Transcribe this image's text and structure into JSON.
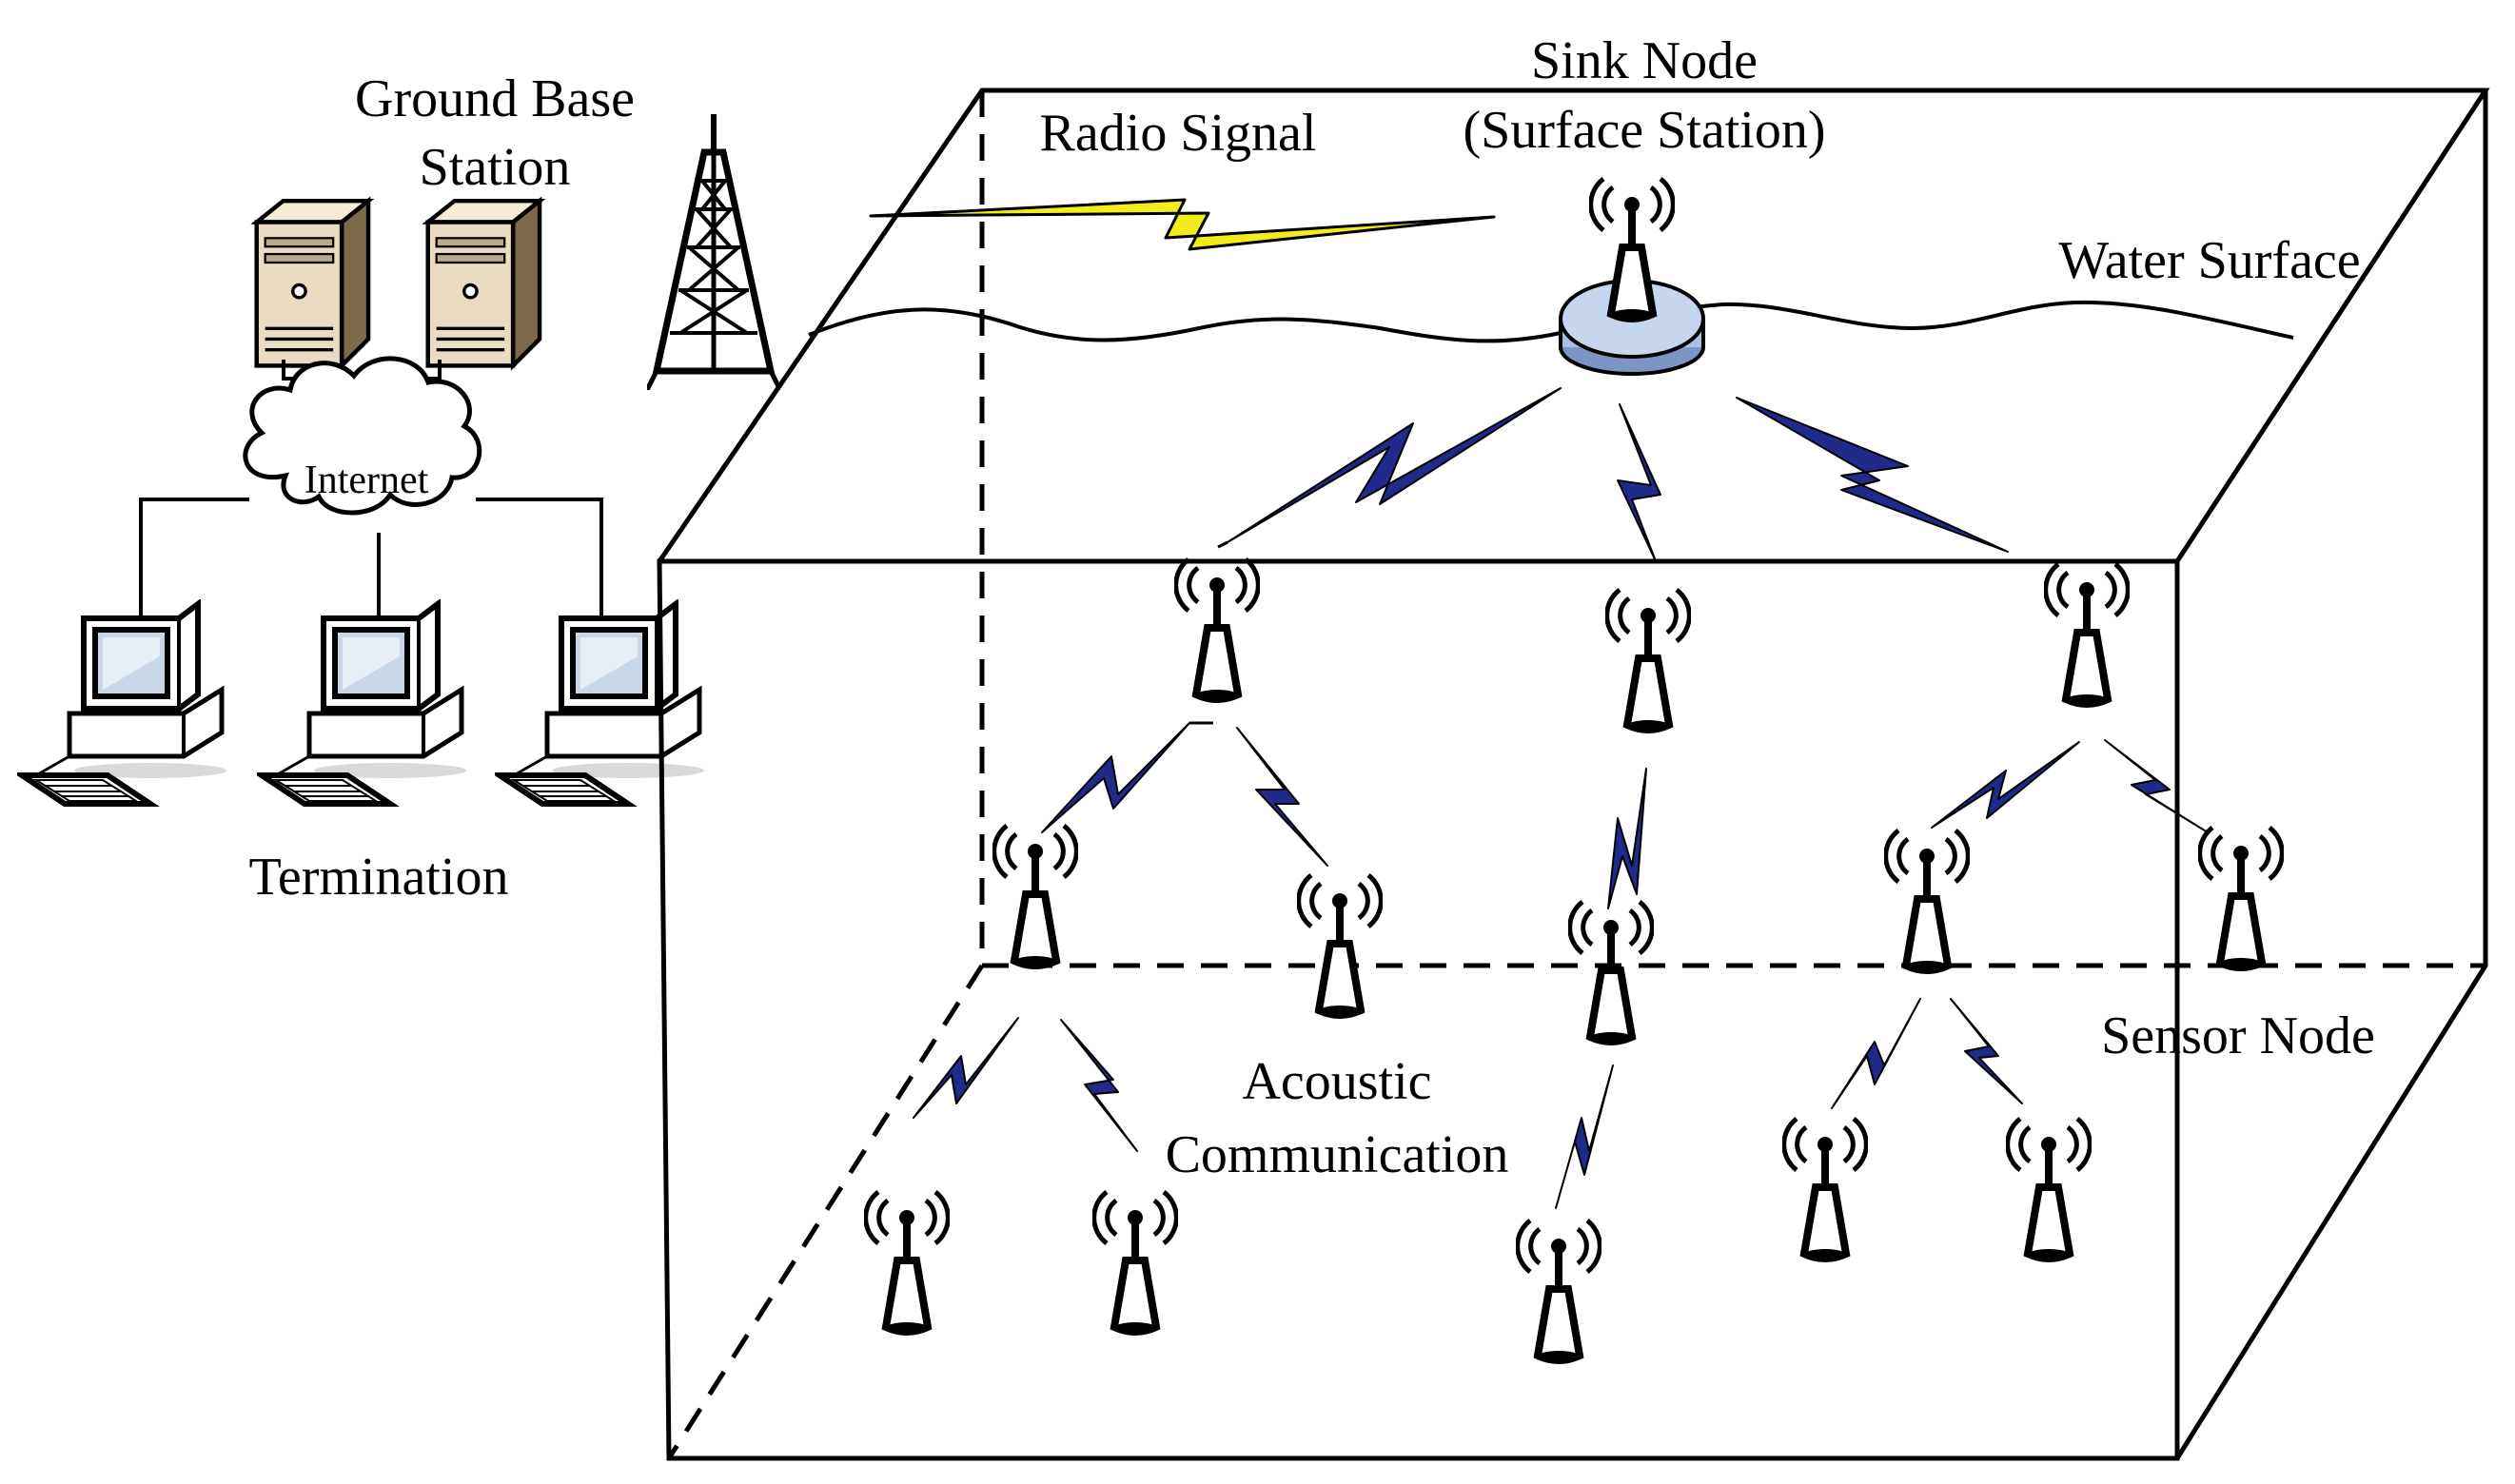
{
  "labels": {
    "ground_base_station_line1": "Ground Base",
    "ground_base_station_line2": "Station",
    "internet": "Internet",
    "termination": "Termination",
    "radio_signal": "Radio Signal",
    "sink_node_line1": "Sink Node",
    "sink_node_line2": "(Surface Station)",
    "water_surface": "Water Surface",
    "sensor_node": "Sensor Node",
    "acoustic_line1": "Acoustic",
    "acoustic_line2": "Communication"
  },
  "colors": {
    "acoustic_link": "#1f2a8a",
    "radio_link": "#f4ec1a",
    "buoy": "#a9c0e6",
    "server": "#e9dcc0",
    "monitor_screen": "#c9d7e6"
  },
  "icons": {
    "server": "server-icon",
    "computer": "desktop-computer-icon",
    "cloud": "cloud-icon",
    "tower": "radio-tower-icon",
    "buoy": "buoy-icon",
    "sensor": "sensor-node-icon"
  }
}
